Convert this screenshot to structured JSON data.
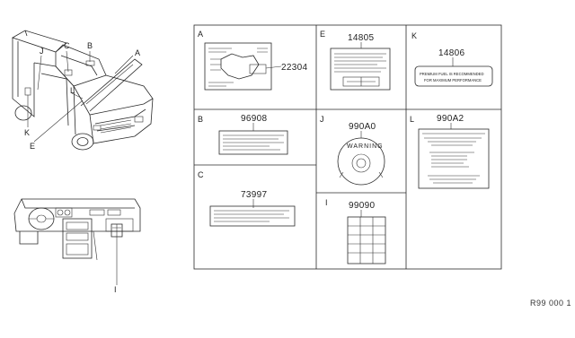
{
  "callouts_vehicle": {
    "a": "A",
    "b": "B",
    "c": "C",
    "j": "J",
    "l": "L",
    "k": "K",
    "e": "E"
  },
  "callout_dash": "I",
  "panels": [
    {
      "letter": "A",
      "part": "22304"
    },
    {
      "letter": "B",
      "part": "96908"
    },
    {
      "letter": "C",
      "part": "73997"
    },
    {
      "letter": "E",
      "part": "14805"
    },
    {
      "letter": "J",
      "part": "990A0"
    },
    {
      "letter": "I",
      "part": "99090"
    },
    {
      "letter": "K",
      "part": "14806"
    },
    {
      "letter": "L",
      "part": "990A2"
    }
  ],
  "label_k_text": [
    "PREMIUM FUEL IS RECOMMENDED",
    "FOR MAXIMUM PERFORMANCE"
  ],
  "label_j_text": "WARNING",
  "footer": "R99 000 1"
}
